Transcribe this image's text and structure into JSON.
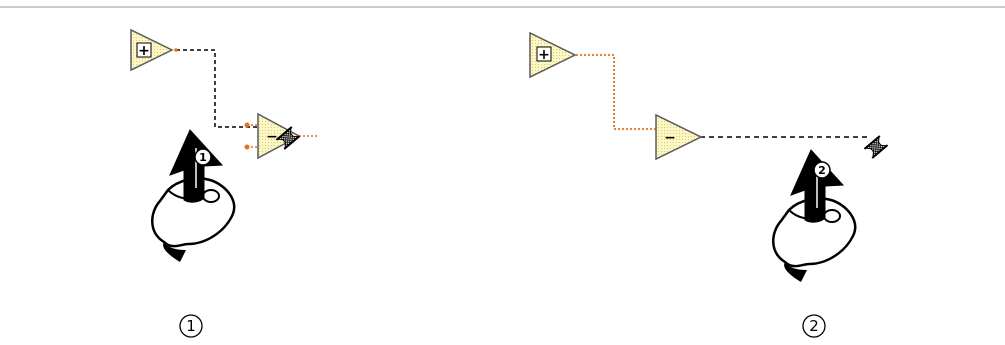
{
  "figure": {
    "steps": [
      {
        "label": "1",
        "mouse_badge": "1"
      },
      {
        "label": "2",
        "mouse_badge": "2"
      }
    ],
    "nodes": {
      "add": {
        "symbol": "+"
      },
      "subtract": {
        "symbol": "−"
      },
      "subtract_partial": {
        "symbol": "−"
      }
    },
    "icons": [
      "mouse-click-icon",
      "wiring-spool-icon"
    ],
    "colors": {
      "node_fill": "#fdf7c3",
      "node_stroke": "#5a5a5a",
      "wire_unconnected": "#000000",
      "wire_connected": "#e8701a",
      "terminal": "#e8701a",
      "rule": "#9a9a9a"
    }
  }
}
